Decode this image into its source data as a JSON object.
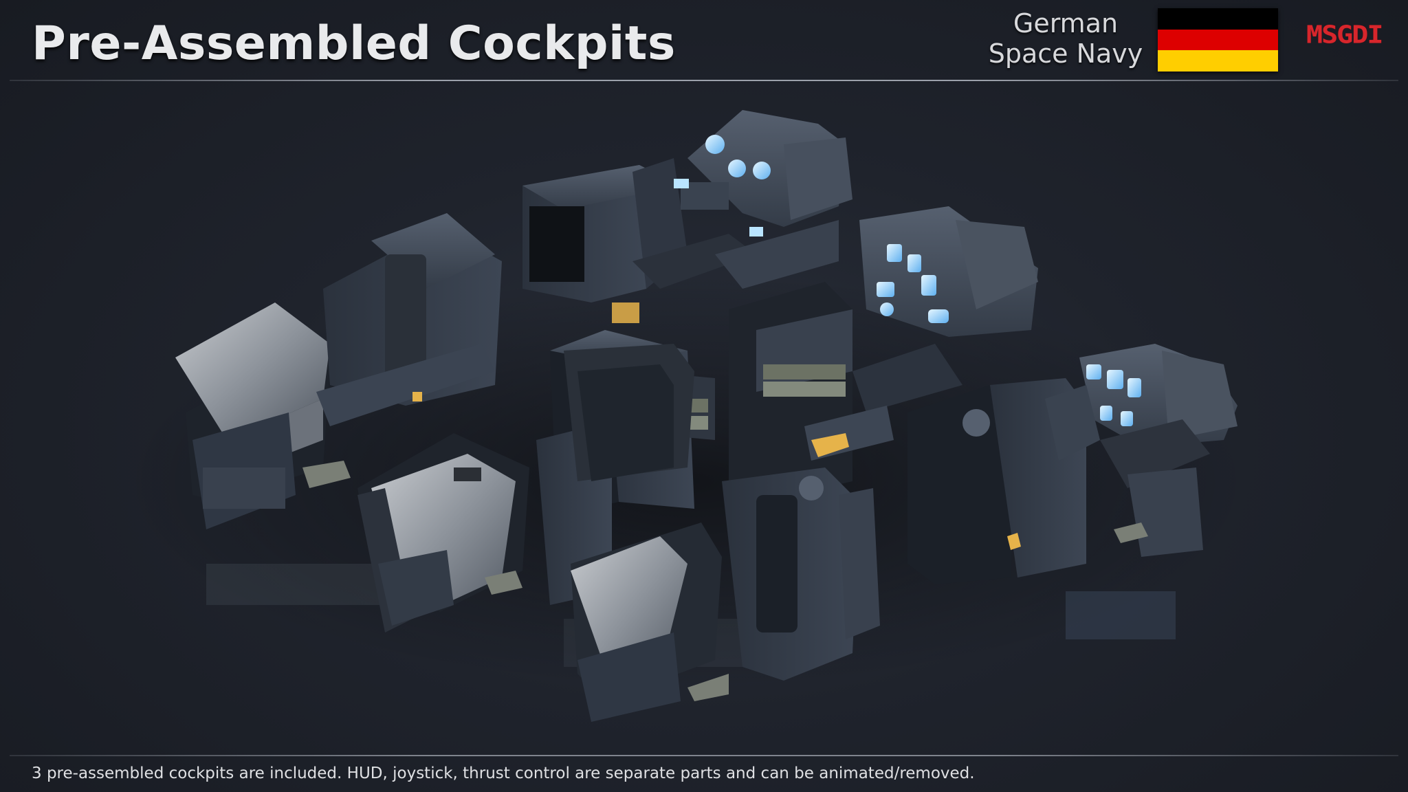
{
  "header": {
    "title": "Pre-Assembled Cockpits",
    "faction_line1": "German",
    "faction_line2": "Space Navy",
    "flag_colors": [
      "#000000",
      "#dd0000",
      "#ffce00"
    ],
    "logo_text": "MSGDI"
  },
  "footer": {
    "caption": "3 pre-assembled cockpits are included. HUD, joystick, thrust control are separate parts and can be animated/removed."
  },
  "colors": {
    "background": "#1f232c",
    "hull": "#3b4452",
    "hud_glow": "#7fc8ff",
    "logo": "#d7262c"
  }
}
